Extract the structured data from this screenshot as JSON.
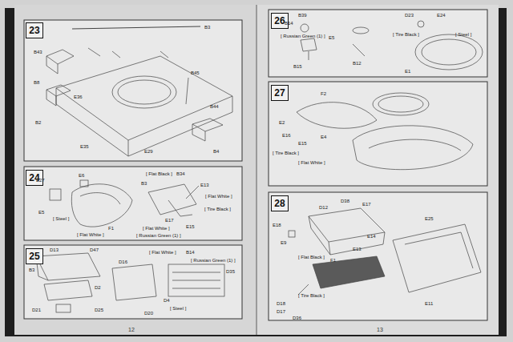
{
  "diagram": {
    "nodes": [
      {
        "text": [
          "23"
        ]
      },
      {
        "text": [
          "24"
        ]
      },
      {
        "text": [
          "25"
        ]
      },
      {
        "text": [
          "26"
        ]
      },
      {
        "text": [
          "27"
        ]
      },
      {
        "text": [
          "28"
        ]
      }
    ],
    "labels": [
      "B3",
      "B43",
      "B8",
      "E36",
      "B45",
      "B44",
      "E29",
      "B4",
      "B2",
      "E35",
      "[ Flat Black ]",
      "B34",
      "B3",
      "E13",
      "E27",
      "E6",
      "F1",
      "E5",
      "[ Steel ]",
      "[ Flat White ]",
      "E17",
      "E15",
      "[ Flat White ]",
      "[ Tire Black ]",
      "[ Flat White ]",
      "[ Russian Green (1) ]",
      "D13",
      "D47",
      "B3",
      "D2",
      "D16",
      "[ Flat White ]",
      "B14",
      "[ Russian Green (1) ]",
      "D35",
      "D21",
      "D25",
      "D4",
      "[ Steel ]",
      "D20",
      "B39",
      "B14",
      "[ Russian Green (1) ]",
      "B15",
      "B12",
      "E5",
      "D23",
      "E24",
      "[ Tire Black ]",
      "[ Steel ]",
      "E1",
      "E2",
      "F2",
      "E16",
      "E15",
      "[ Tire Black ]",
      "E4",
      "[ Flat White ]",
      "D38",
      "E17",
      "D12",
      "E18",
      "E9",
      "E14",
      "F1",
      "E25",
      "[ Flat Black ]",
      "E13",
      "[ Tire Black ]",
      "D18",
      "D17",
      "D36",
      "E11",
      "12",
      "13"
    ]
  }
}
